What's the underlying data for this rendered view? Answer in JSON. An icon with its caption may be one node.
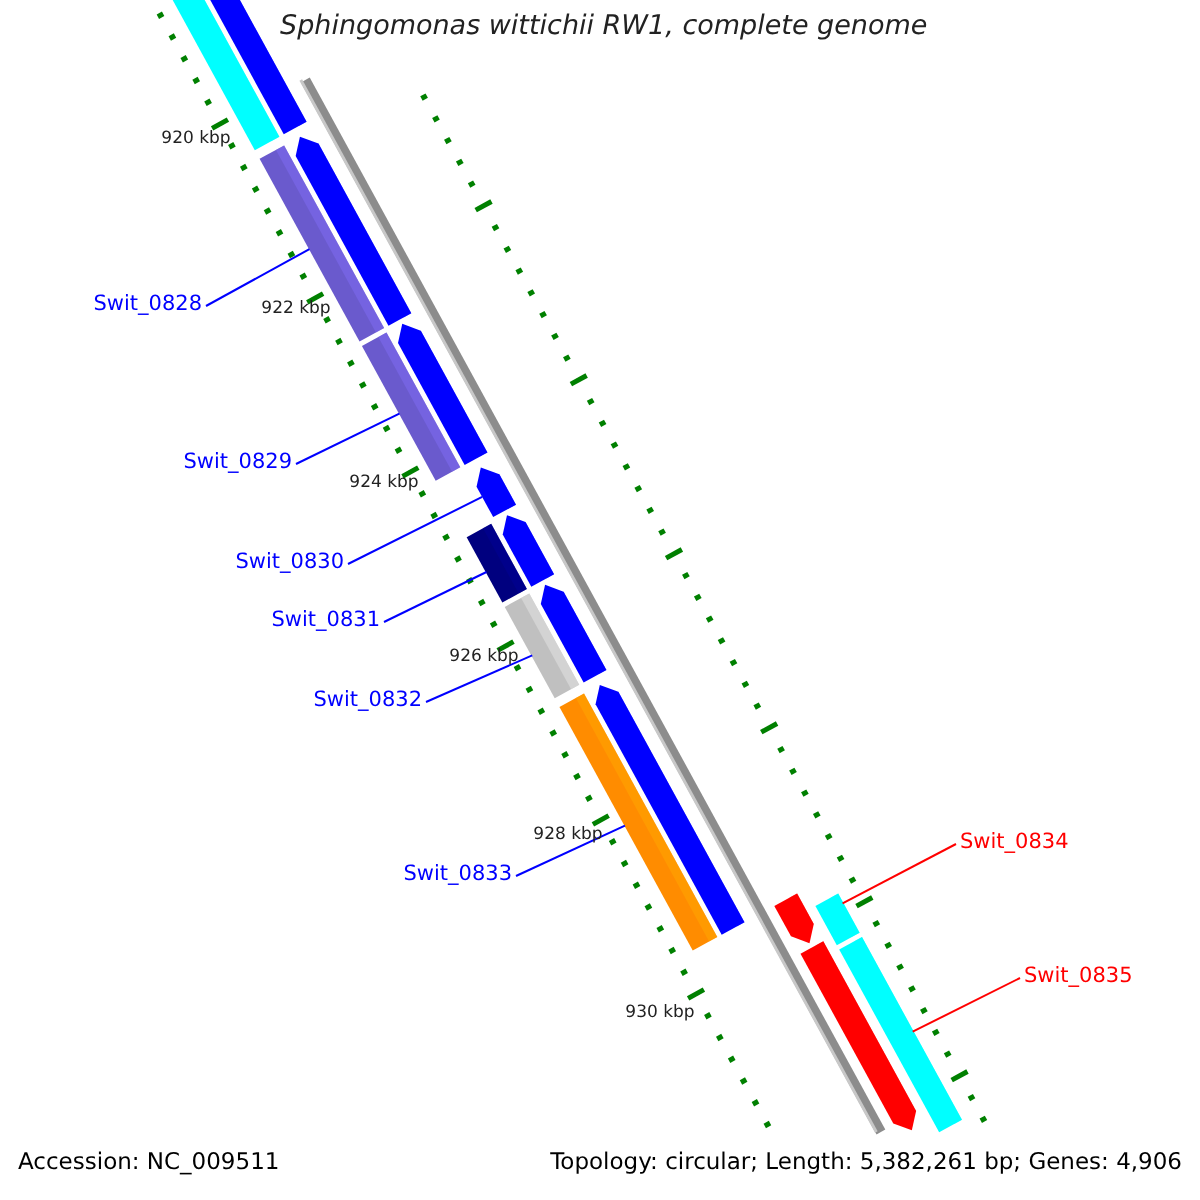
{
  "diagram": {
    "title": "Sphingomonas wittichii RW1, complete genome",
    "nodes": [
      {
        "text": [
          "Swit_0828"
        ]
      },
      {
        "text": [
          "Swit_0829"
        ]
      },
      {
        "text": [
          "Swit_0830"
        ]
      },
      {
        "text": [
          "Swit_0831"
        ]
      },
      {
        "text": [
          "Swit_0832"
        ]
      },
      {
        "text": [
          "Swit_0833"
        ]
      },
      {
        "text": [
          "Swit_0834"
        ]
      },
      {
        "text": [
          "Swit_0835"
        ]
      },
      {
        "text": [],
        "shape": "bar"
      },
      {
        "text": [],
        "shape": "arrow"
      },
      {
        "text": [],
        "shape": "bar"
      },
      {
        "text": [],
        "shape": "arrow"
      },
      {
        "text": [],
        "shape": "bar"
      },
      {
        "text": [],
        "shape": "arrow"
      },
      {
        "text": [],
        "shape": "arrow"
      },
      {
        "text": [],
        "shape": "bar"
      },
      {
        "text": [],
        "shape": "arrow"
      },
      {
        "text": [],
        "shape": "bar"
      },
      {
        "text": [],
        "shape": "arrow"
      },
      {
        "text": [],
        "shape": "bar"
      },
      {
        "text": [],
        "shape": "arrow"
      },
      {
        "text": [],
        "shape": "arrow"
      },
      {
        "text": [],
        "shape": "bar"
      },
      {
        "text": [],
        "shape": "arrow"
      },
      {
        "text": [],
        "shape": "bar"
      }
    ],
    "edges": [
      {
        "from": 0,
        "to": 10,
        "arrow": "none"
      },
      {
        "from": 1,
        "to": 12,
        "arrow": "none"
      },
      {
        "from": 2,
        "to": 14,
        "arrow": "none"
      },
      {
        "from": 3,
        "to": 15,
        "arrow": "none"
      },
      {
        "from": 4,
        "to": 17,
        "arrow": "none"
      },
      {
        "from": 5,
        "to": 19,
        "arrow": "none"
      },
      {
        "from": 6,
        "to": 22,
        "arrow": "none",
        "color": "#ff0000"
      },
      {
        "from": 7,
        "to": 24,
        "arrow": "none",
        "color": "#ff0000"
      }
    ],
    "labels": [
      "920 kbp",
      "922 kbp",
      "924 kbp",
      "926 kbp",
      "928 kbp",
      "930 kbp",
      "Accession: NC_009511",
      "Topology: circular; Length: 5,382,261 bp; Genes: 4,906"
    ]
  }
}
